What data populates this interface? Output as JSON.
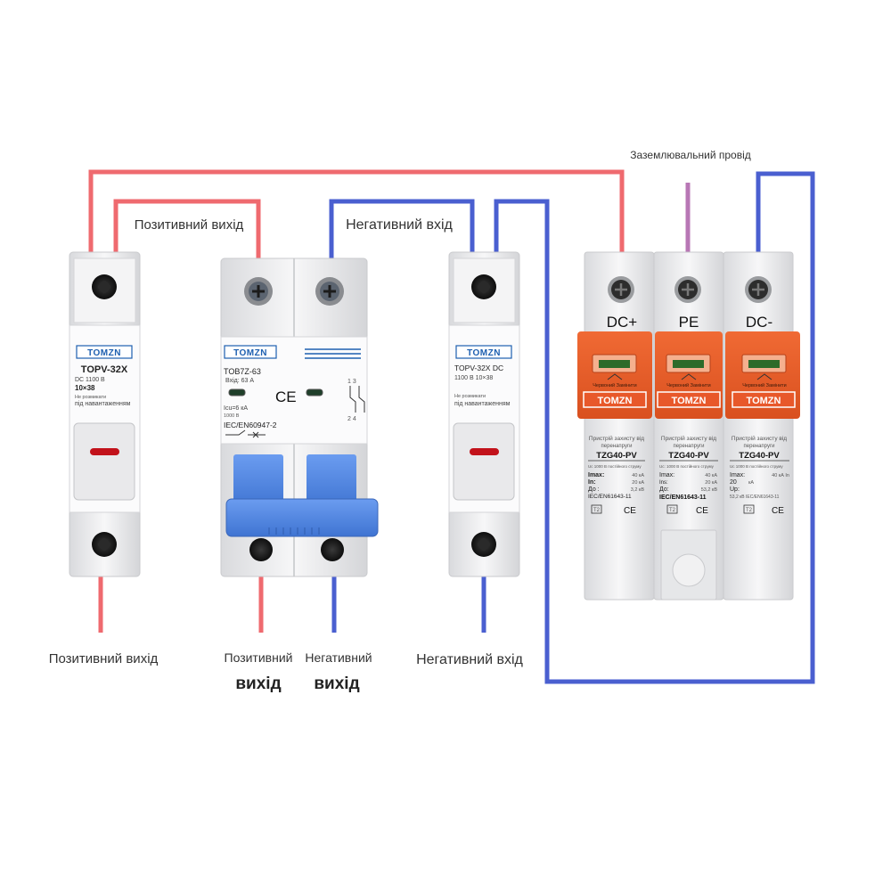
{
  "labels": {
    "ground_wire": "Заземлювальний провід",
    "positive_output_top": "Позитивний вихід",
    "negative_input_top": "Негативний вхід",
    "positive_output_bottom": "Позитивний вихід",
    "breaker_positive_line1": "Позитивний",
    "breaker_positive_line2": "вихід",
    "breaker_negative_line1": "Негативний",
    "breaker_negative_line2": "вихід",
    "negative_input_bottom": "Негативний вхід"
  },
  "fuse_left": {
    "brand": "TOMZN",
    "model": "TOPV-32X",
    "rating": "DC 1100 В",
    "size": "10×38",
    "note_small": "Не розмикати",
    "note": "під навантаженням"
  },
  "breaker": {
    "brand": "TOMZN",
    "model": "TOB7Z-63",
    "input": "Вхід: 63 A",
    "icu": "Icu=6 кА",
    "voltage": "1000 В",
    "standard": "IEC/EN60947-2",
    "ce": "CE",
    "diagram_top": "1  3",
    "diagram_bottom": "2  4"
  },
  "fuse_right": {
    "brand": "TOMZN",
    "model": "TOPV-32X DC",
    "rating": "1100 В 10×38",
    "note_small": "Не розмикати",
    "note": "під навантаженням"
  },
  "spd": {
    "terminals": [
      "DC+",
      "PE",
      "DC-"
    ],
    "modules": [
      {
        "window_text": "Червоний Замінити",
        "brand": "TOMZN",
        "title_line1": "Пристрій захисту від",
        "title_line2": "перенапруги",
        "model": "TZG40-PV",
        "uc": "Uc 1000 В постійного струму",
        "row1_label": "Imax:",
        "row1_value": "40 кА",
        "row2_label": "In:",
        "row2_value": "20 кА",
        "row3_label": "До :",
        "row3_value": "3,2 кВ",
        "standard": "IEC/EN61643-11",
        "t2": "T2",
        "ce": "CE"
      },
      {
        "window_text": "Червоний Замінити",
        "brand": "TOMZN",
        "title_line1": "Пристрій захисту від",
        "title_line2": "перенапруги",
        "model": "TZG40-PV",
        "uc": "Uc: 1000 В постійного струму",
        "row1_label": "Imax:",
        "row1_value": "40 кА",
        "row2_label": "Ins:",
        "row2_value": "20 кА",
        "row3_label": "До:",
        "row3_value": "53,2 кВ",
        "standard": "IEC/EN61643-11",
        "t2": "T2",
        "ce": "CE"
      },
      {
        "window_text": "Червоний Замінити",
        "brand": "TOMZN",
        "title_line1": "Пристрій захисту від",
        "title_line2": "перенапруги",
        "model": "TZG40-PV",
        "uc": "Uc 1000 В постійного струму",
        "row1_label": "Imax:",
        "row1_value": "40 кА In",
        "row2_label": "20",
        "row2_value": "кА",
        "row3_label": "Up:",
        "row3_value": "53,2 кВ IEC/EN61643-11",
        "standard": "",
        "t2": "T2",
        "ce": "CE"
      }
    ]
  },
  "colors": {
    "positive_wire": "#ef6a6f",
    "negative_wire": "#4a5fd0",
    "ground_wire": "#b877b5",
    "spd_cap": "#e8582a",
    "breaker_handle": "#4f86e0",
    "brand_blue": "#1d5fb0"
  }
}
